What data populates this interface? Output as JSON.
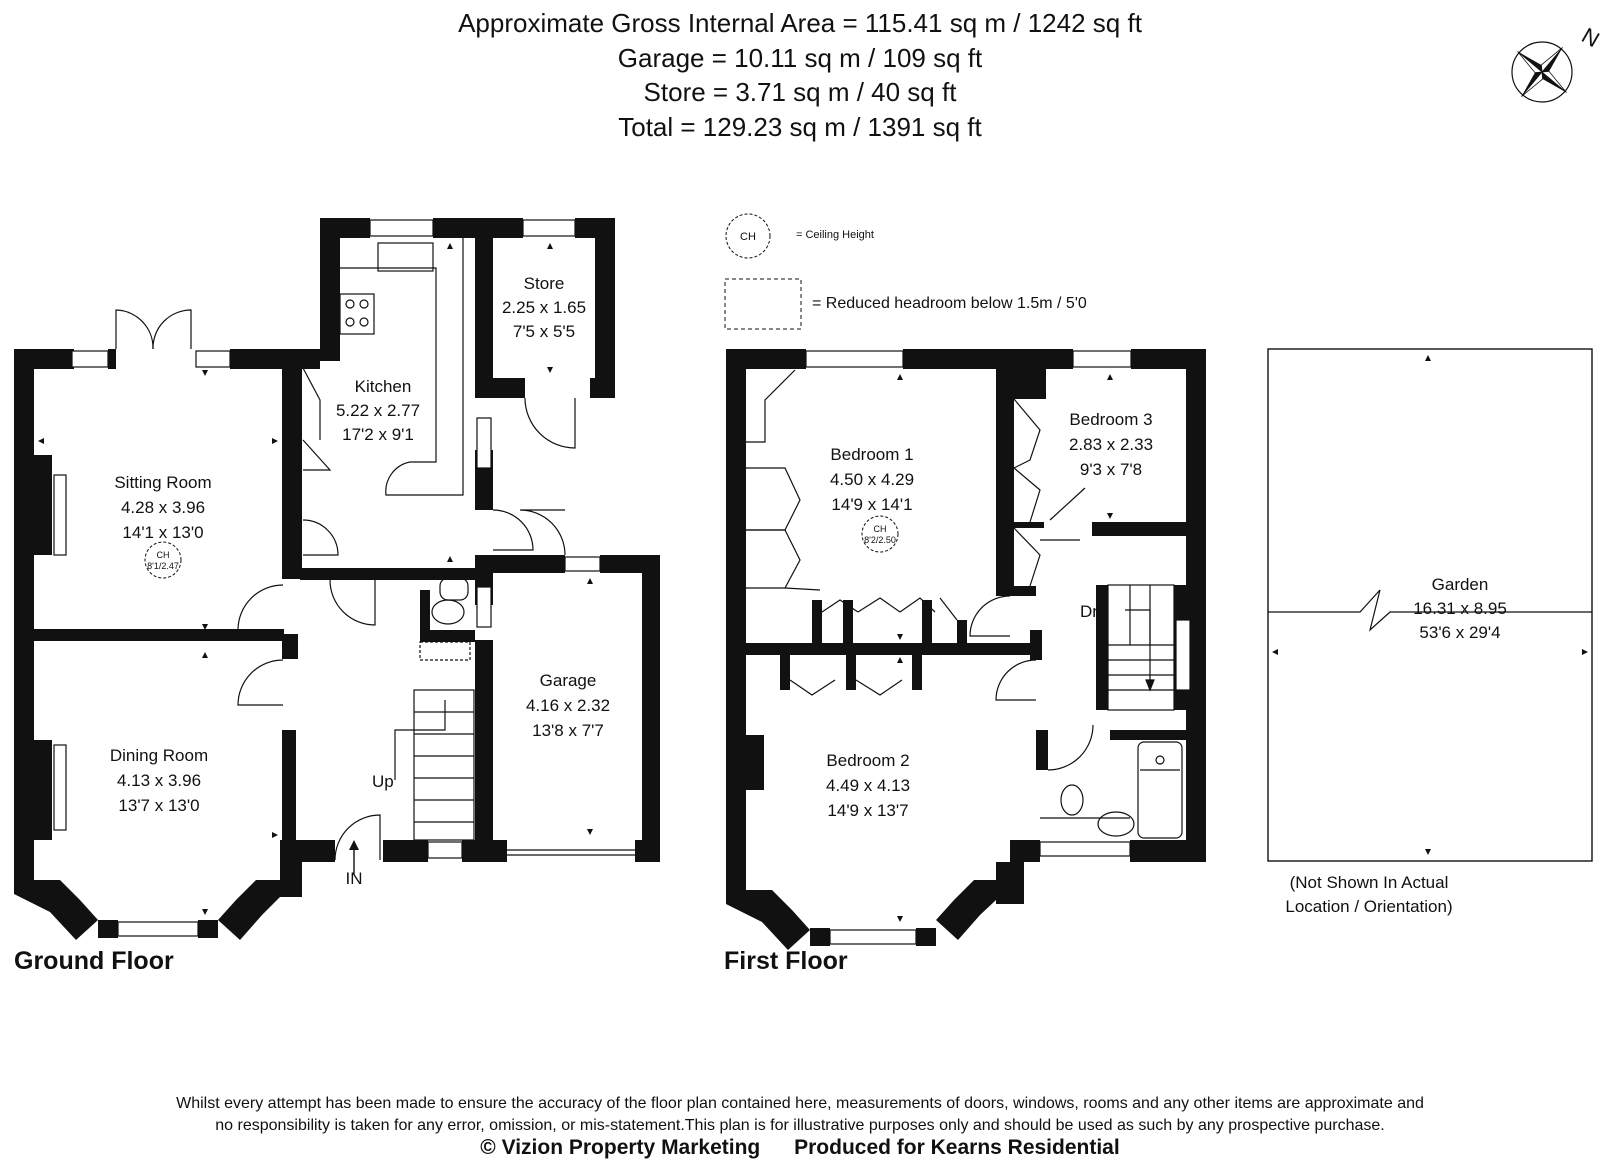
{
  "summary": {
    "gross_internal": "Approximate Gross Internal Area = 115.41 sq m / 1242 sq ft",
    "garage": "Garage = 10.11 sq m / 109 sq ft",
    "store": "Store = 3.71 sq m / 40 sq ft",
    "total": "Total = 129.23 sq m / 1391 sq ft"
  },
  "compass": {
    "north_label": "N",
    "icon": "compass-rose-icon"
  },
  "legend": {
    "ch_abbrev": "CH",
    "ch_text": "= Ceiling Height",
    "reduced_text": "= Reduced headroom below 1.5m / 5'0"
  },
  "ground_floor": {
    "title": "Ground Floor",
    "sitting_room": {
      "name": "Sitting Room",
      "metric": "4.28 x 3.96",
      "imperial": "14'1 x 13'0",
      "ch_label": "CH",
      "ch_value": "8'1/2.47"
    },
    "dining_room": {
      "name": "Dining Room",
      "metric": "4.13 x 3.96",
      "imperial": "13'7 x 13'0"
    },
    "kitchen": {
      "name": "Kitchen",
      "metric": "5.22 x 2.77",
      "imperial": "17'2 x 9'1"
    },
    "store": {
      "name": "Store",
      "metric": "2.25 x 1.65",
      "imperial": "7'5 x 5'5"
    },
    "garage": {
      "name": "Garage",
      "metric": "4.16 x 2.32",
      "imperial": "13'8 x 7'7"
    },
    "up_label": "Up",
    "in_label": "IN"
  },
  "first_floor": {
    "title": "First Floor",
    "bedroom1": {
      "name": "Bedroom 1",
      "metric": "4.50 x 4.29",
      "imperial": "14'9 x 14'1",
      "ch_label": "CH",
      "ch_value": "8'2/2.50"
    },
    "bedroom2": {
      "name": "Bedroom 2",
      "metric": "4.49 x 4.13",
      "imperial": "14'9 x 13'7"
    },
    "bedroom3": {
      "name": "Bedroom 3",
      "metric": "2.83 x 2.33",
      "imperial": "9'3 x 7'8"
    },
    "dn_label": "Dn"
  },
  "garden": {
    "name": "Garden",
    "metric": "16.31 x 8.95",
    "imperial": "53'6 x 29'4",
    "note_line1": "(Not Shown In Actual",
    "note_line2": "Location / Orientation)"
  },
  "disclaimer": {
    "line1": "Whilst every attempt has been made to ensure the accuracy of the floor plan contained here, measurements of doors, windows, rooms and any other items are approximate and",
    "line2": "no responsibility is taken for any error, omission, or mis-statement.This plan is for illustrative purposes only and should be used as such by any prospective purchase."
  },
  "credits": {
    "copyright": "© Vizion Property Marketing",
    "produced": "Produced for Kearns Residential"
  }
}
